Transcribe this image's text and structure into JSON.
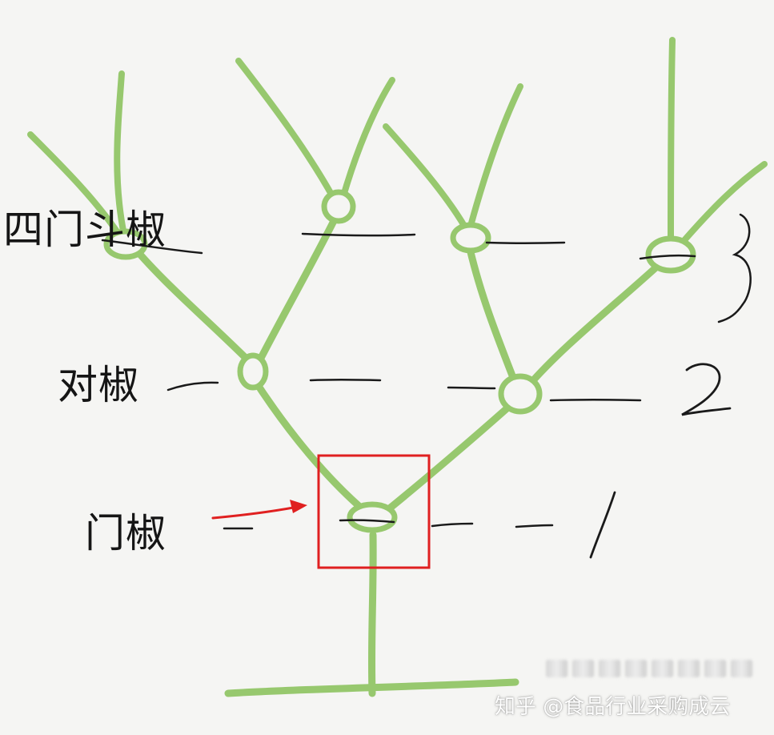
{
  "labels": {
    "level4": "四门斗椒",
    "level2": "对椒",
    "level1": "门椒"
  },
  "level_numbers": {
    "n1": "1",
    "n2": "2",
    "n3": "3"
  },
  "watermark": "知乎 @食品行业采购成云",
  "colors": {
    "branch": "#97c86e",
    "ink": "#1a1a1a",
    "highlight": "#e02020"
  }
}
